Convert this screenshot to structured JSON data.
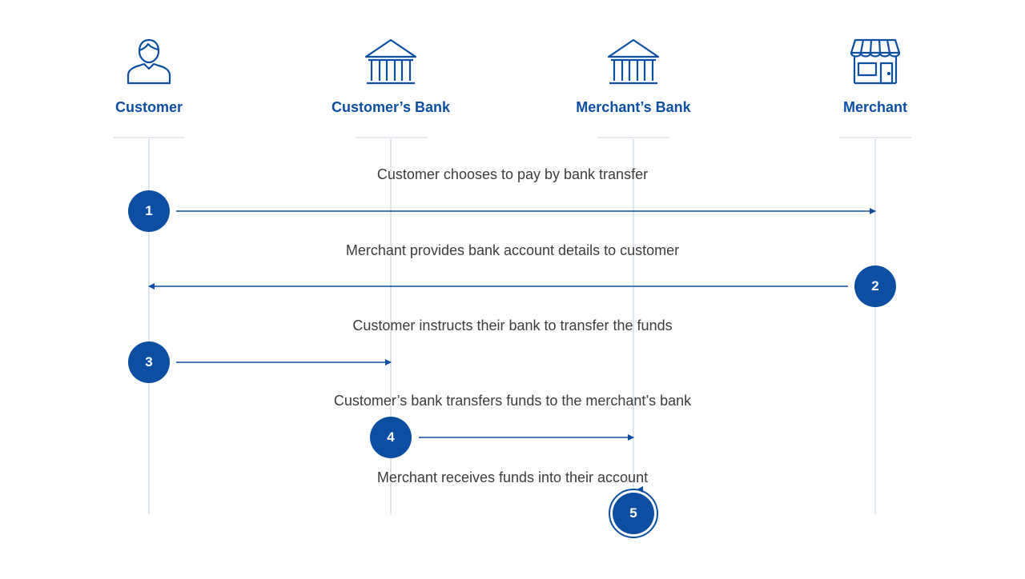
{
  "colors": {
    "accent": "#0b4ea2",
    "lifeline": "#dde5ee",
    "text": "#3c3c3c"
  },
  "actors": [
    {
      "name": "Customer",
      "icon": "person-icon"
    },
    {
      "name": "Customer’s Bank",
      "icon": "bank-icon"
    },
    {
      "name": "Merchant’s Bank",
      "icon": "bank-icon"
    },
    {
      "name": "Merchant",
      "icon": "storefront-icon"
    }
  ],
  "steps": [
    {
      "number": "1",
      "text": "Customer chooses to pay by bank transfer",
      "from": "Customer",
      "to": "Merchant"
    },
    {
      "number": "2",
      "text": "Merchant provides bank account details to customer",
      "from": "Merchant",
      "to": "Customer"
    },
    {
      "number": "3",
      "text": "Customer instructs their bank to transfer the funds",
      "from": "Customer",
      "to": "Customer’s Bank"
    },
    {
      "number": "4",
      "text": "Customer’s bank transfers funds to the merchant’s bank",
      "from": "Customer’s Bank",
      "to": "Merchant’s Bank"
    },
    {
      "number": "5",
      "text": "Merchant receives funds into their account",
      "from": "Merchant’s Bank",
      "to": "Merchant’s Bank"
    }
  ]
}
